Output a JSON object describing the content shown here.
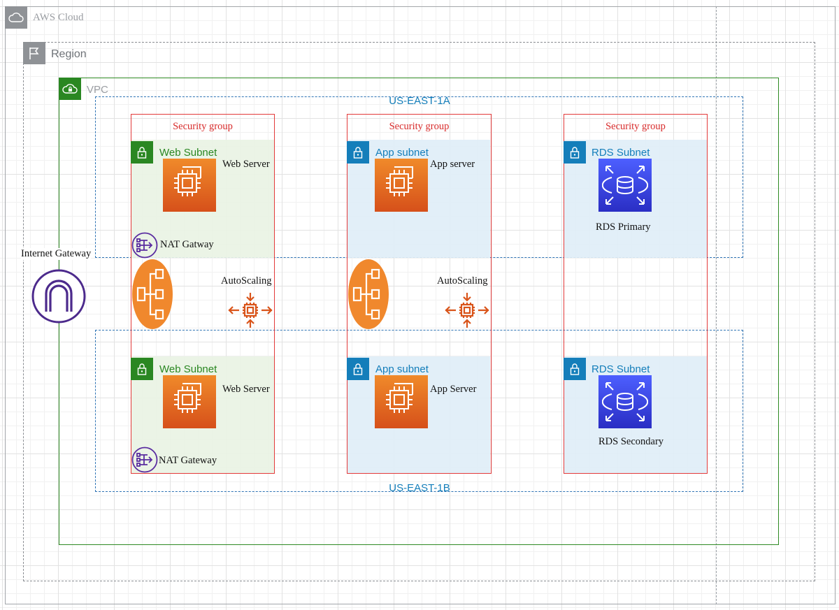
{
  "groups": {
    "aws_cloud": "AWS Cloud",
    "region": "Region",
    "vpc": "VPC",
    "az_a": "US-EAST-1A",
    "az_b": "US-EAST-1B"
  },
  "security_groups": [
    {
      "title": "Security group"
    },
    {
      "title": "Security group"
    },
    {
      "title": "Security group"
    }
  ],
  "internet_gateway": "Internet Gateway",
  "subnets_a": {
    "web": {
      "label": "Web Subnet",
      "server": "Web Server",
      "nat": "NAT Gatway"
    },
    "app": {
      "label": "App subnet",
      "server": "App server"
    },
    "rds": {
      "label": "RDS Subnet",
      "db": "RDS Primary"
    }
  },
  "subnets_b": {
    "web": {
      "label": "Web Subnet",
      "server": "Web Server",
      "nat": "NAT Gateway"
    },
    "app": {
      "label": "App subnet",
      "server": "App Server"
    },
    "rds": {
      "label": "RDS Subnet",
      "db": "RDS Secondary"
    }
  },
  "autoscaling": [
    "AutoScaling",
    "AutoScaling"
  ],
  "colors": {
    "vpc": "#2e8a23",
    "az": "#2f74b5",
    "security_group": "#e33a3a",
    "ec2": "#e8731f",
    "rds": "#3b48e0",
    "gateway": "#4c2a8c"
  }
}
